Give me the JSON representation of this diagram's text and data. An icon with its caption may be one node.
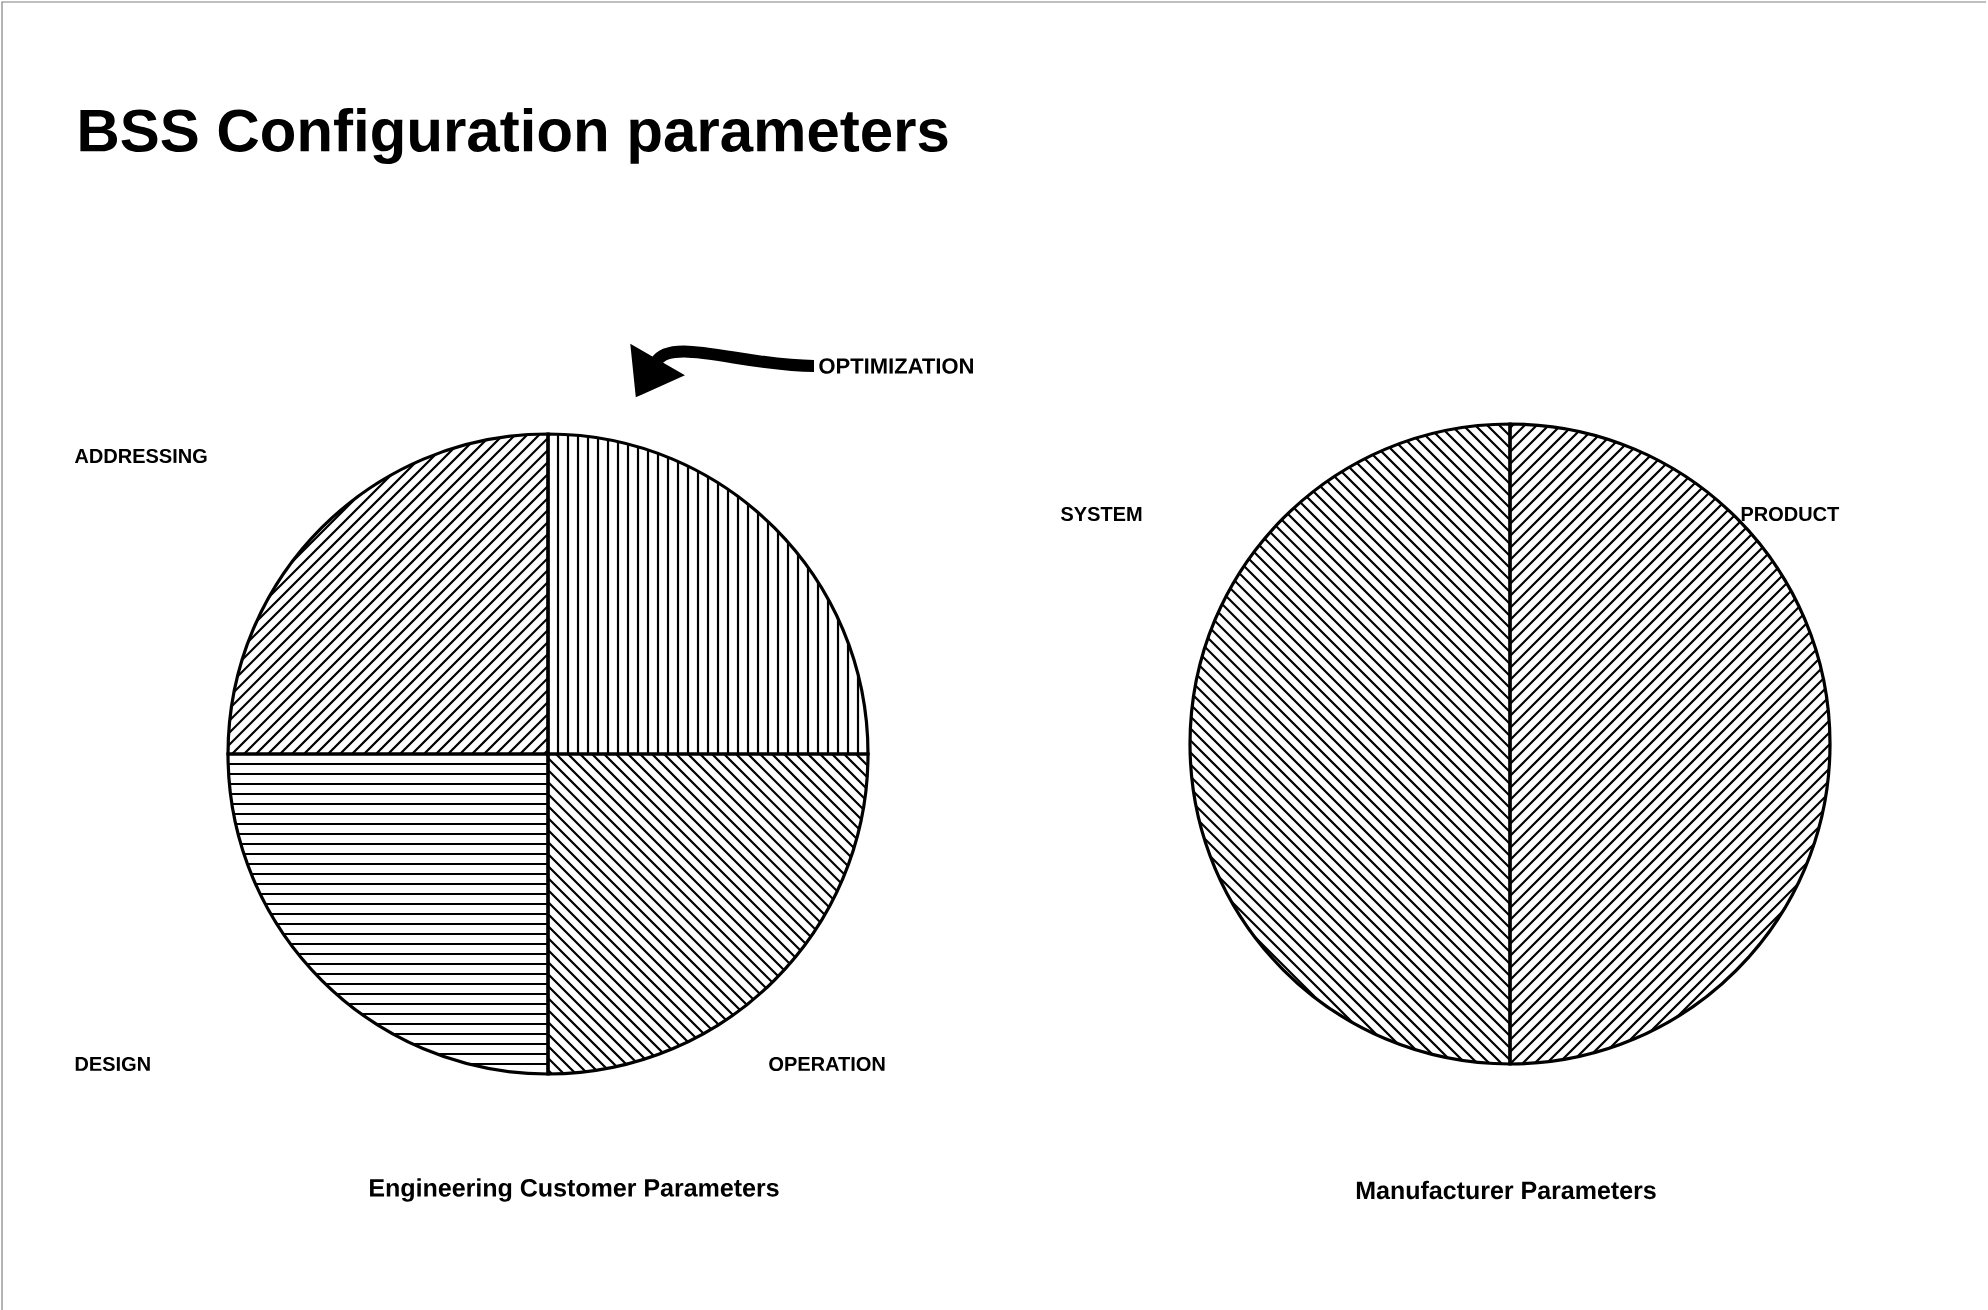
{
  "diagram": {
    "title": "BSS Configuration parameters",
    "nodes": [
      {
        "text": [
          "OPTIMIZATION"
        ]
      },
      {
        "text": [],
        "shape": "picture"
      }
    ],
    "edges": [
      {
        "from": 0,
        "to": 1,
        "arrow": "to"
      }
    ],
    "labels": [
      "ADDRESSING",
      "SYSTEM",
      "PRODUCT",
      "DESIGN",
      "OPERATION",
      "Engineering Customer Parameters",
      "Manufacturer Parameters"
    ]
  }
}
